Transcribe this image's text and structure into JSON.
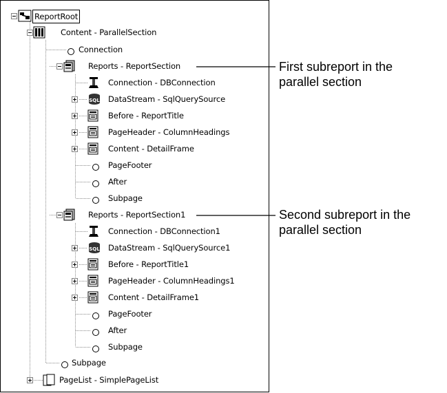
{
  "tree": {
    "nodes": [
      {
        "id": "root",
        "label": "ReportRoot",
        "icon": "report-root-icon",
        "toggle": "minus"
      },
      {
        "id": "content",
        "label": "Content - ParallelSection",
        "icon": "parallel-section-icon",
        "toggle": "minus"
      },
      {
        "id": "connection",
        "label": "Connection",
        "icon": "empty-slot-icon",
        "toggle": ""
      },
      {
        "id": "reports1",
        "label": "Reports - ReportSection",
        "icon": "report-section-icon",
        "toggle": "minus"
      },
      {
        "id": "r1-conn",
        "label": "Connection - DBConnection",
        "icon": "db-connection-icon",
        "toggle": ""
      },
      {
        "id": "r1-ds",
        "label": "DataStream - SqlQuerySource",
        "icon": "sql-datastream-icon",
        "toggle": "plus"
      },
      {
        "id": "r1-before",
        "label": "Before - ReportTitle",
        "icon": "frame-icon",
        "toggle": "plus"
      },
      {
        "id": "r1-ph",
        "label": "PageHeader - ColumnHeadings",
        "icon": "frame-icon",
        "toggle": "plus"
      },
      {
        "id": "r1-content",
        "label": "Content - DetailFrame",
        "icon": "frame-icon",
        "toggle": "plus"
      },
      {
        "id": "r1-pf",
        "label": "PageFooter",
        "icon": "empty-slot-icon",
        "toggle": ""
      },
      {
        "id": "r1-after",
        "label": "After",
        "icon": "empty-slot-icon",
        "toggle": ""
      },
      {
        "id": "r1-sub",
        "label": "Subpage",
        "icon": "empty-slot-icon",
        "toggle": ""
      },
      {
        "id": "reports2",
        "label": "Reports - ReportSection1",
        "icon": "report-section-icon",
        "toggle": "minus"
      },
      {
        "id": "r2-conn",
        "label": "Connection - DBConnection1",
        "icon": "db-connection-icon",
        "toggle": ""
      },
      {
        "id": "r2-ds",
        "label": "DataStream - SqlQuerySource1",
        "icon": "sql-datastream-icon",
        "toggle": "plus"
      },
      {
        "id": "r2-before",
        "label": "Before - ReportTitle1",
        "icon": "frame-icon",
        "toggle": "plus"
      },
      {
        "id": "r2-ph",
        "label": "PageHeader - ColumnHeadings1",
        "icon": "frame-icon",
        "toggle": "plus"
      },
      {
        "id": "r2-content",
        "label": "Content - DetailFrame1",
        "icon": "frame-icon",
        "toggle": "plus"
      },
      {
        "id": "r2-pf",
        "label": "PageFooter",
        "icon": "empty-slot-icon",
        "toggle": ""
      },
      {
        "id": "r2-after",
        "label": "After",
        "icon": "empty-slot-icon",
        "toggle": ""
      },
      {
        "id": "r2-sub",
        "label": "Subpage",
        "icon": "empty-slot-icon",
        "toggle": ""
      },
      {
        "id": "subpage",
        "label": "Subpage",
        "icon": "empty-slot-icon",
        "toggle": ""
      },
      {
        "id": "pagelist",
        "label": "PageList - SimplePageList",
        "icon": "page-list-icon",
        "toggle": "plus"
      }
    ]
  },
  "annotations": {
    "first": {
      "line1": "First subreport in the",
      "line2": "parallel section"
    },
    "second": {
      "line1": "Second subreport in the",
      "line2": "parallel section"
    }
  }
}
